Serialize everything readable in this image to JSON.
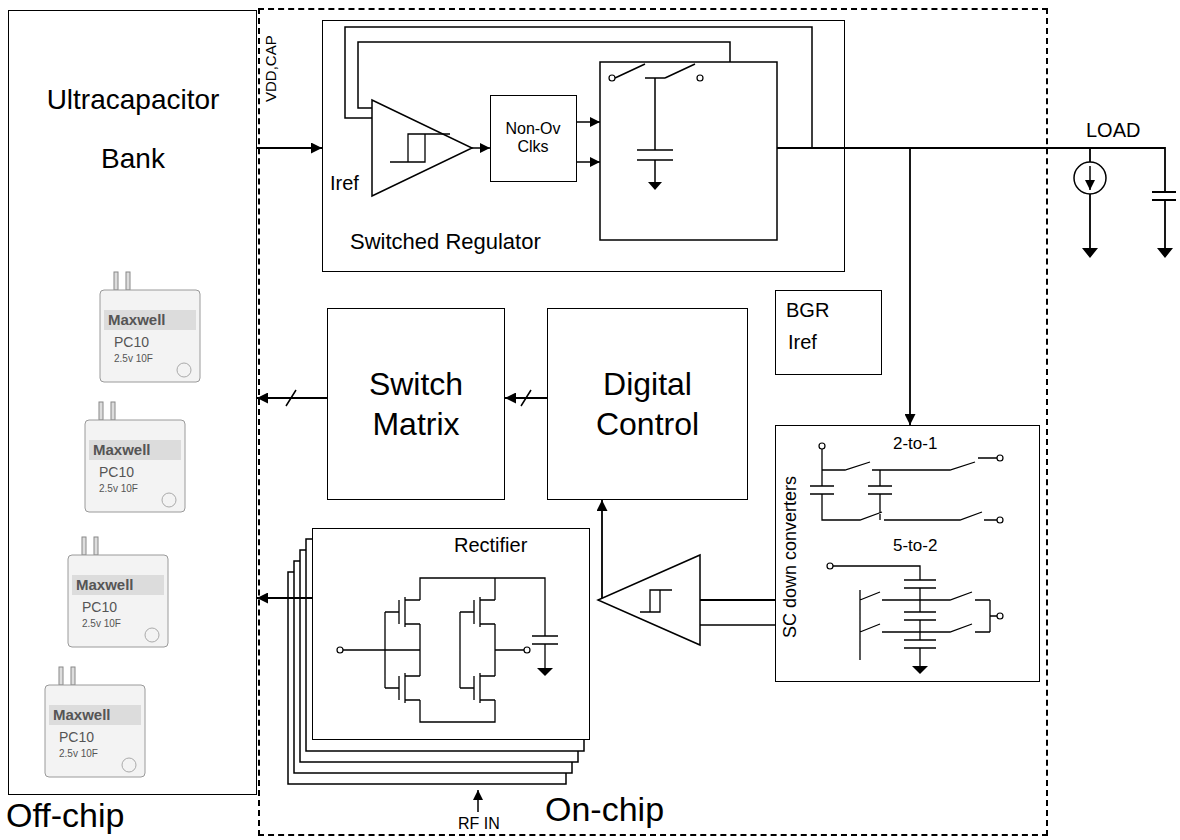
{
  "diagram": {
    "nodes": [
      {
        "text": [
          "Ultracapacitor Bank"
        ]
      },
      {
        "text": [
          "On-chip"
        ]
      },
      {
        "text": [
          "Switched Regulator"
        ],
        "in": 1
      },
      {
        "text": [
          "Non-Ov Clks"
        ],
        "in": 2
      },
      {
        "text": [
          "Switch Matrix"
        ],
        "in": 1
      },
      {
        "text": [
          "Digital Control"
        ],
        "in": 1
      },
      {
        "text": [
          "BGR",
          "Iref"
        ],
        "in": 1
      },
      {
        "text": [
          "SC down converters"
        ],
        "in": 1
      },
      {
        "text": [
          "Rectifier"
        ],
        "in": 1
      }
    ],
    "edges": [
      {
        "from": 0,
        "to": 2,
        "arrow": "to"
      },
      {
        "from": 5,
        "to": 4,
        "arrow": "to"
      },
      {
        "from": 4,
        "to": 0,
        "arrow": "to"
      },
      {
        "from": 8,
        "to": 0,
        "arrow": "to"
      },
      {
        "from": 2,
        "to": 7,
        "arrow": "to"
      },
      {
        "from": 7,
        "to": 5,
        "arrow": "to"
      }
    ],
    "labels": [
      "Off-chip",
      "VDD,CAP",
      "Iref",
      "LOAD",
      "RF IN",
      "2-to-1",
      "5-to-2",
      "Maxwell",
      "PC10",
      "2.5v 10F",
      "Maxwell",
      "PC10",
      "2.5v 10F",
      "Maxwell",
      "PC10",
      "2.5v 10F",
      "Maxwell",
      "PC10",
      "2.5v 10F"
    ]
  }
}
